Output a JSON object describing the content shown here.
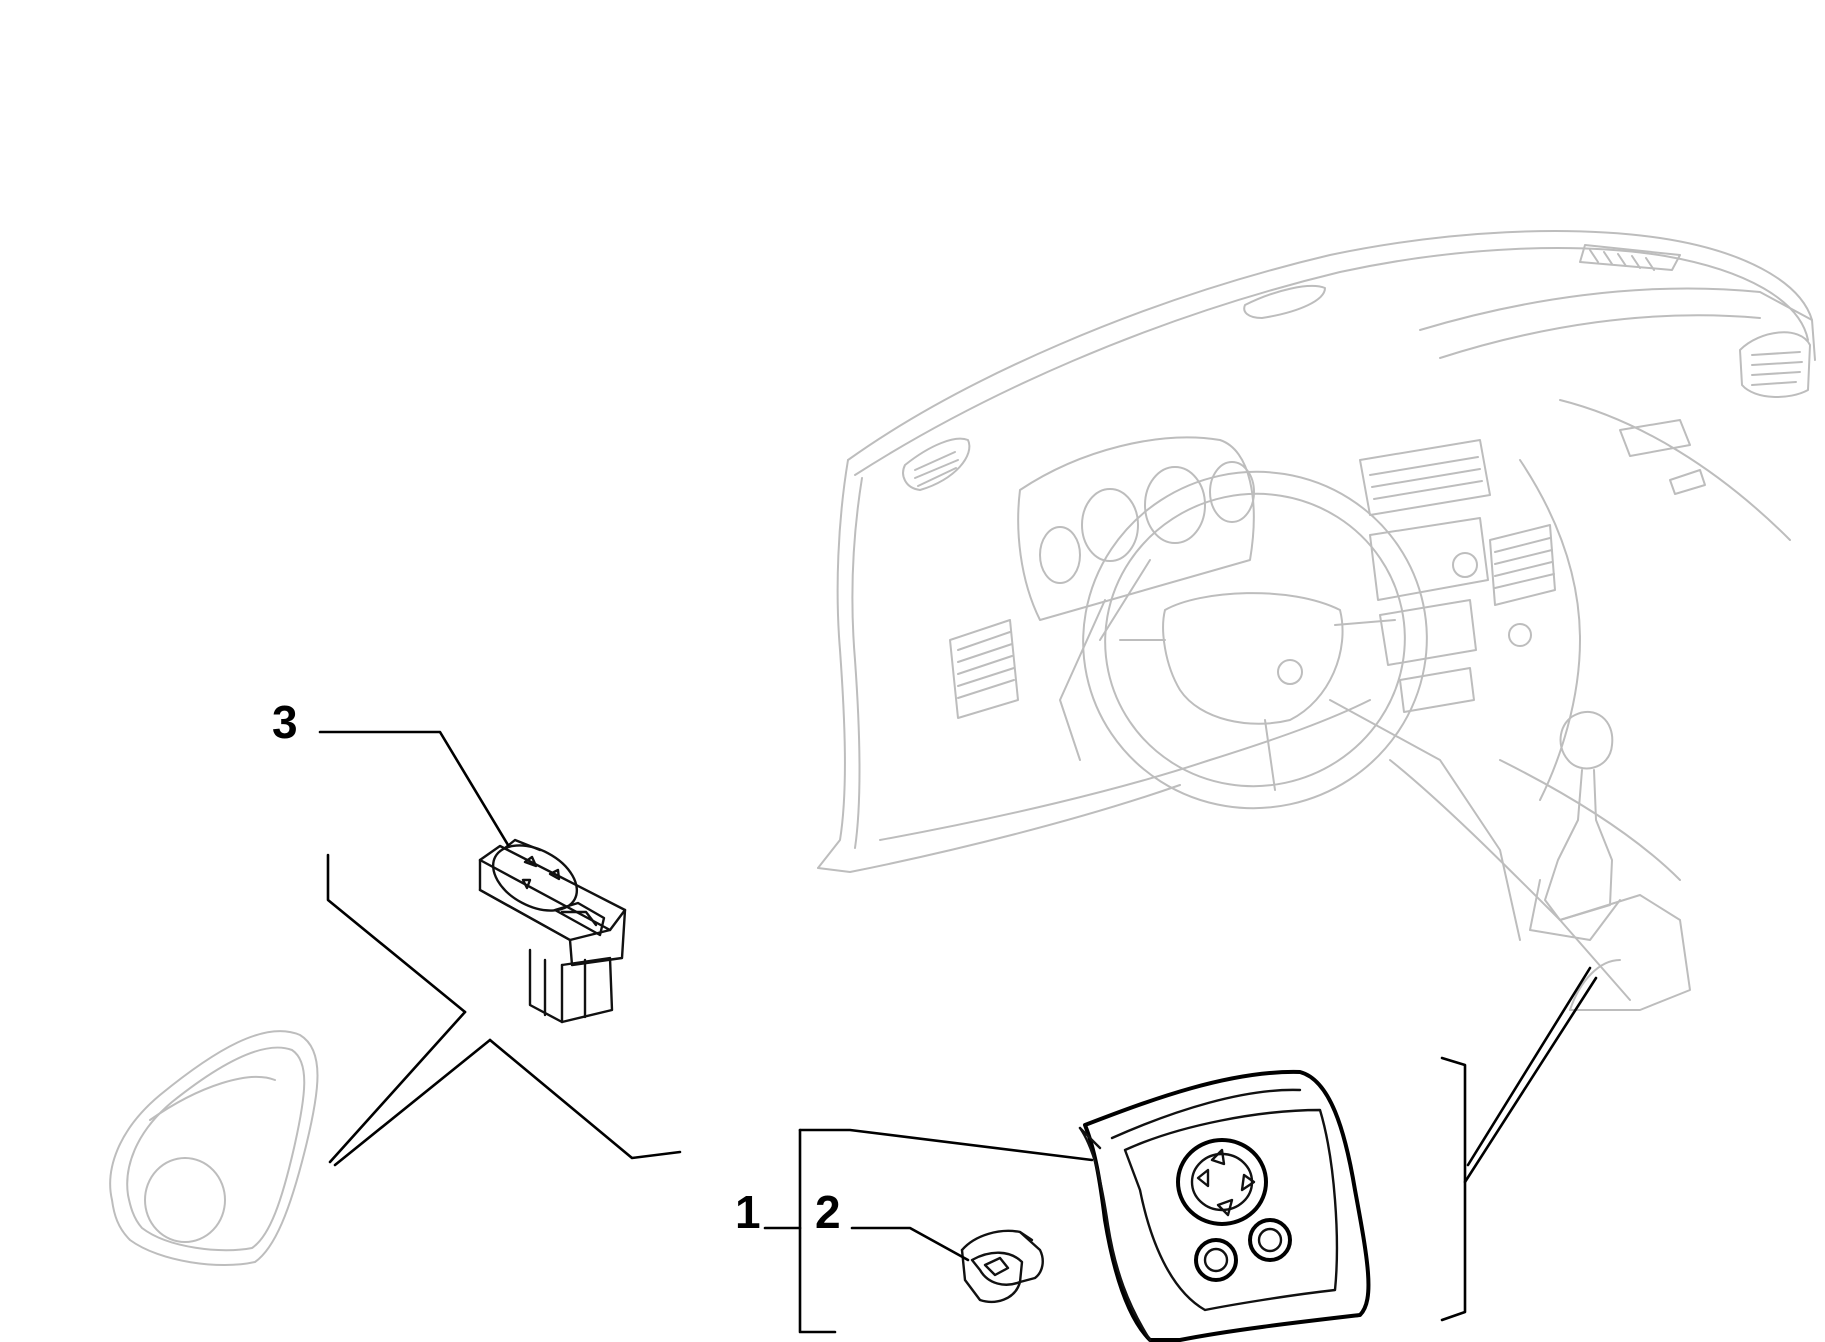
{
  "callouts": [
    {
      "id": "1",
      "label": "1"
    },
    {
      "id": "2",
      "label": "2"
    },
    {
      "id": "3",
      "label": "3"
    }
  ],
  "colors": {
    "ink": "#000000",
    "ghost": "#bdbdbd",
    "background": "#ffffff"
  }
}
